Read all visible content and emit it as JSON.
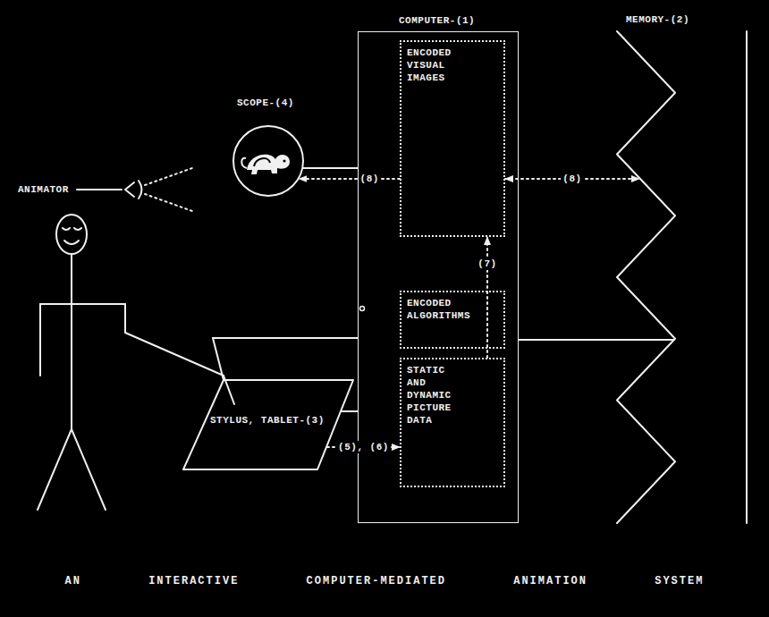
{
  "diagram": {
    "caption": "AN INTERACTIVE COMPUTER-MEDIATED ANIMATION SYSTEM",
    "nodes": [
      {
        "text": [
          "COMPUTER-(1)"
        ]
      },
      {
        "text": [
          "ENCODED VISUAL IMAGES"
        ],
        "in": 0
      },
      {
        "text": [
          "ENCODED ALGORITHMS"
        ],
        "in": 0
      },
      {
        "text": [
          "STATIC AND DYNAMIC PICTURE DATA"
        ],
        "in": 0
      },
      {
        "text": [
          "MEMORY-(2)"
        ]
      },
      {
        "text": [
          "SCOPE-(4)"
        ]
      },
      {
        "text": [
          "STYLUS, TABLET-(3)"
        ]
      }
    ],
    "edges": [
      {
        "from": 5,
        "to": 0,
        "arrow": "none"
      },
      {
        "from": 6,
        "to": 0,
        "arrow": "none"
      },
      {
        "from": 6,
        "to": 0,
        "arrow": "none"
      },
      {
        "from": 0,
        "to": 4,
        "arrow": "none"
      },
      {
        "from": 1,
        "to": 5,
        "arrow": "to",
        "label": "(8)"
      },
      {
        "from": 1,
        "to": 4,
        "arrow": "both",
        "label": "(8)"
      },
      {
        "from": 3,
        "to": 1,
        "arrow": "to",
        "label": "(7)"
      },
      {
        "from": 6,
        "to": 3,
        "arrow": "to",
        "label": "(5), (6)"
      }
    ],
    "labels": [
      "ANIMATOR"
    ]
  }
}
